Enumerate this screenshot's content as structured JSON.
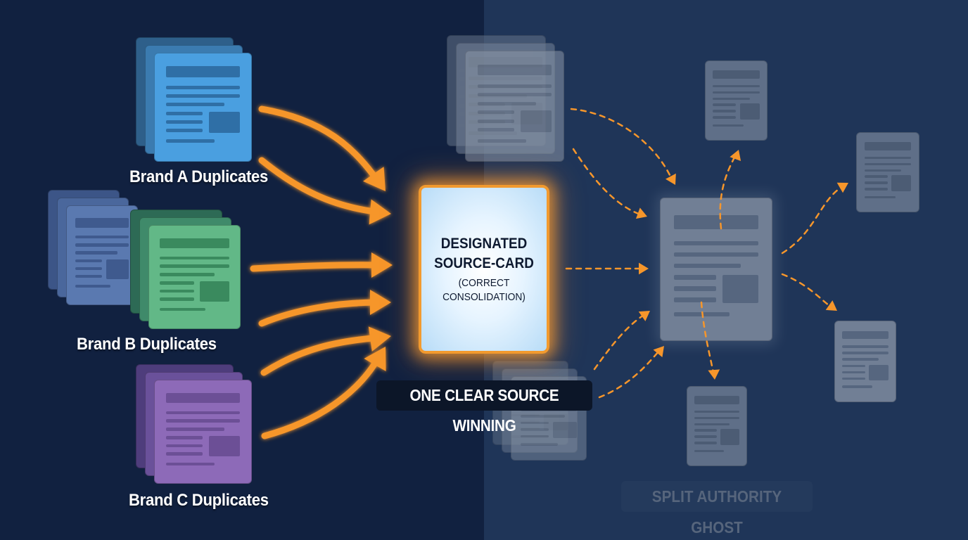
{
  "groups": {
    "brand_a": {
      "label": "Brand A Duplicates"
    },
    "brand_b": {
      "label": "Brand B Duplicates"
    },
    "brand_c": {
      "label": "Brand C Duplicates"
    }
  },
  "source_card": {
    "title_line1": "DESIGNATED",
    "title_line2": "SOURCE-CARD",
    "sub_line1": "(CORRECT",
    "sub_line2": "CONSOLIDATION)"
  },
  "winning_label": "ONE CLEAR SOURCE WINNING",
  "ghost_label": "SPLIT AUTHORITY GHOST",
  "colors": {
    "brand_a": "#4a9fe0",
    "brand_b": "#62b887",
    "brand_c": "#8d6ab8",
    "arrow": "#f6962b",
    "highlight_border": "#f29a2e",
    "ghost": "#8b97a8"
  }
}
